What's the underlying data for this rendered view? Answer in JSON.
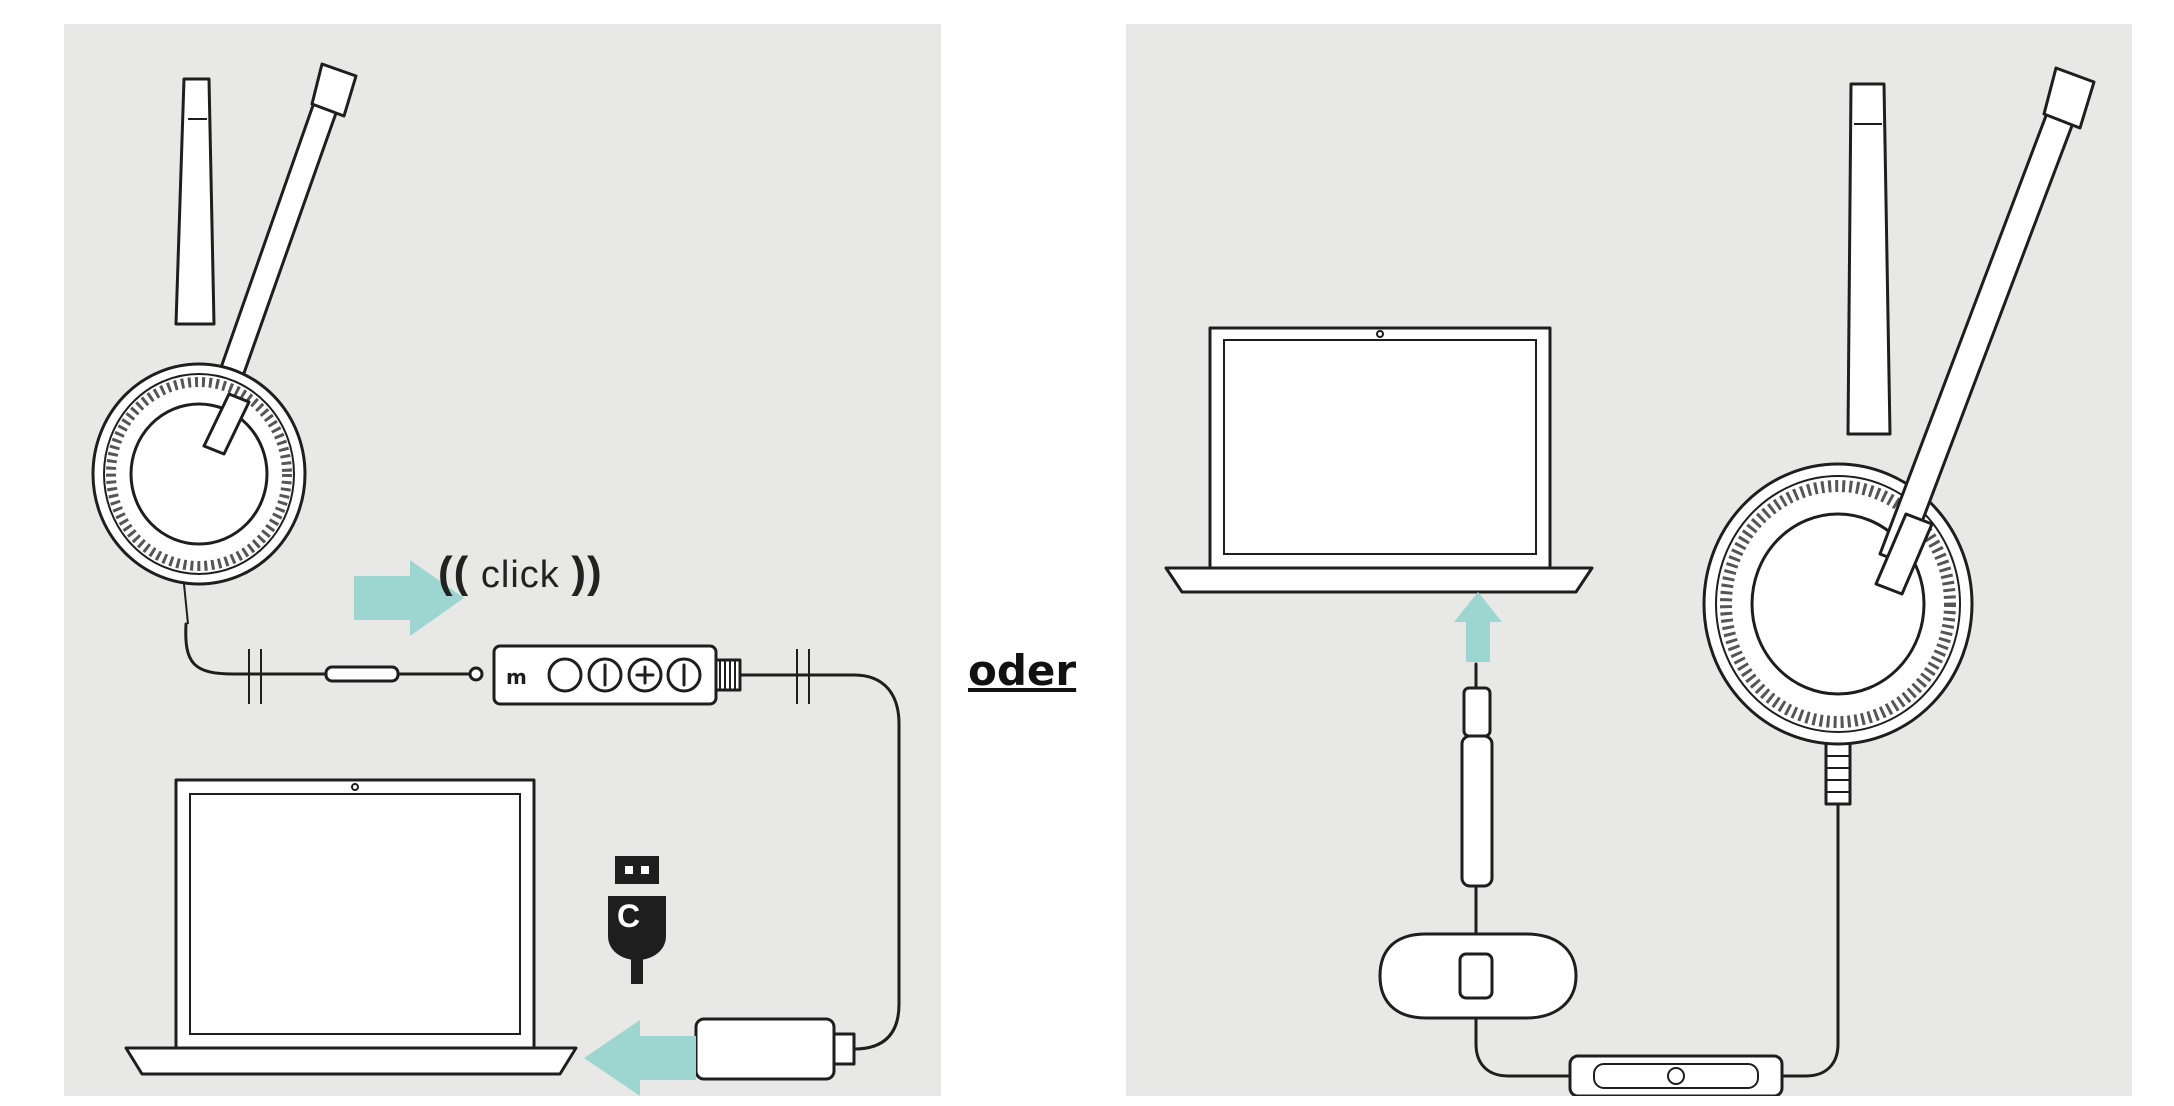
{
  "labels": {
    "click": "click",
    "oder": "oder",
    "usb_c_letter": "C"
  },
  "icons": {
    "arrow_right": "arrow-right-icon",
    "arrow_left": "arrow-left-icon",
    "arrow_up": "arrow-up-icon",
    "usb_c": "usb-c-icon"
  },
  "colors": {
    "panel_background": "#e8e8e6",
    "arrow": "#9dd6d0",
    "line": "#1e1e1e"
  }
}
